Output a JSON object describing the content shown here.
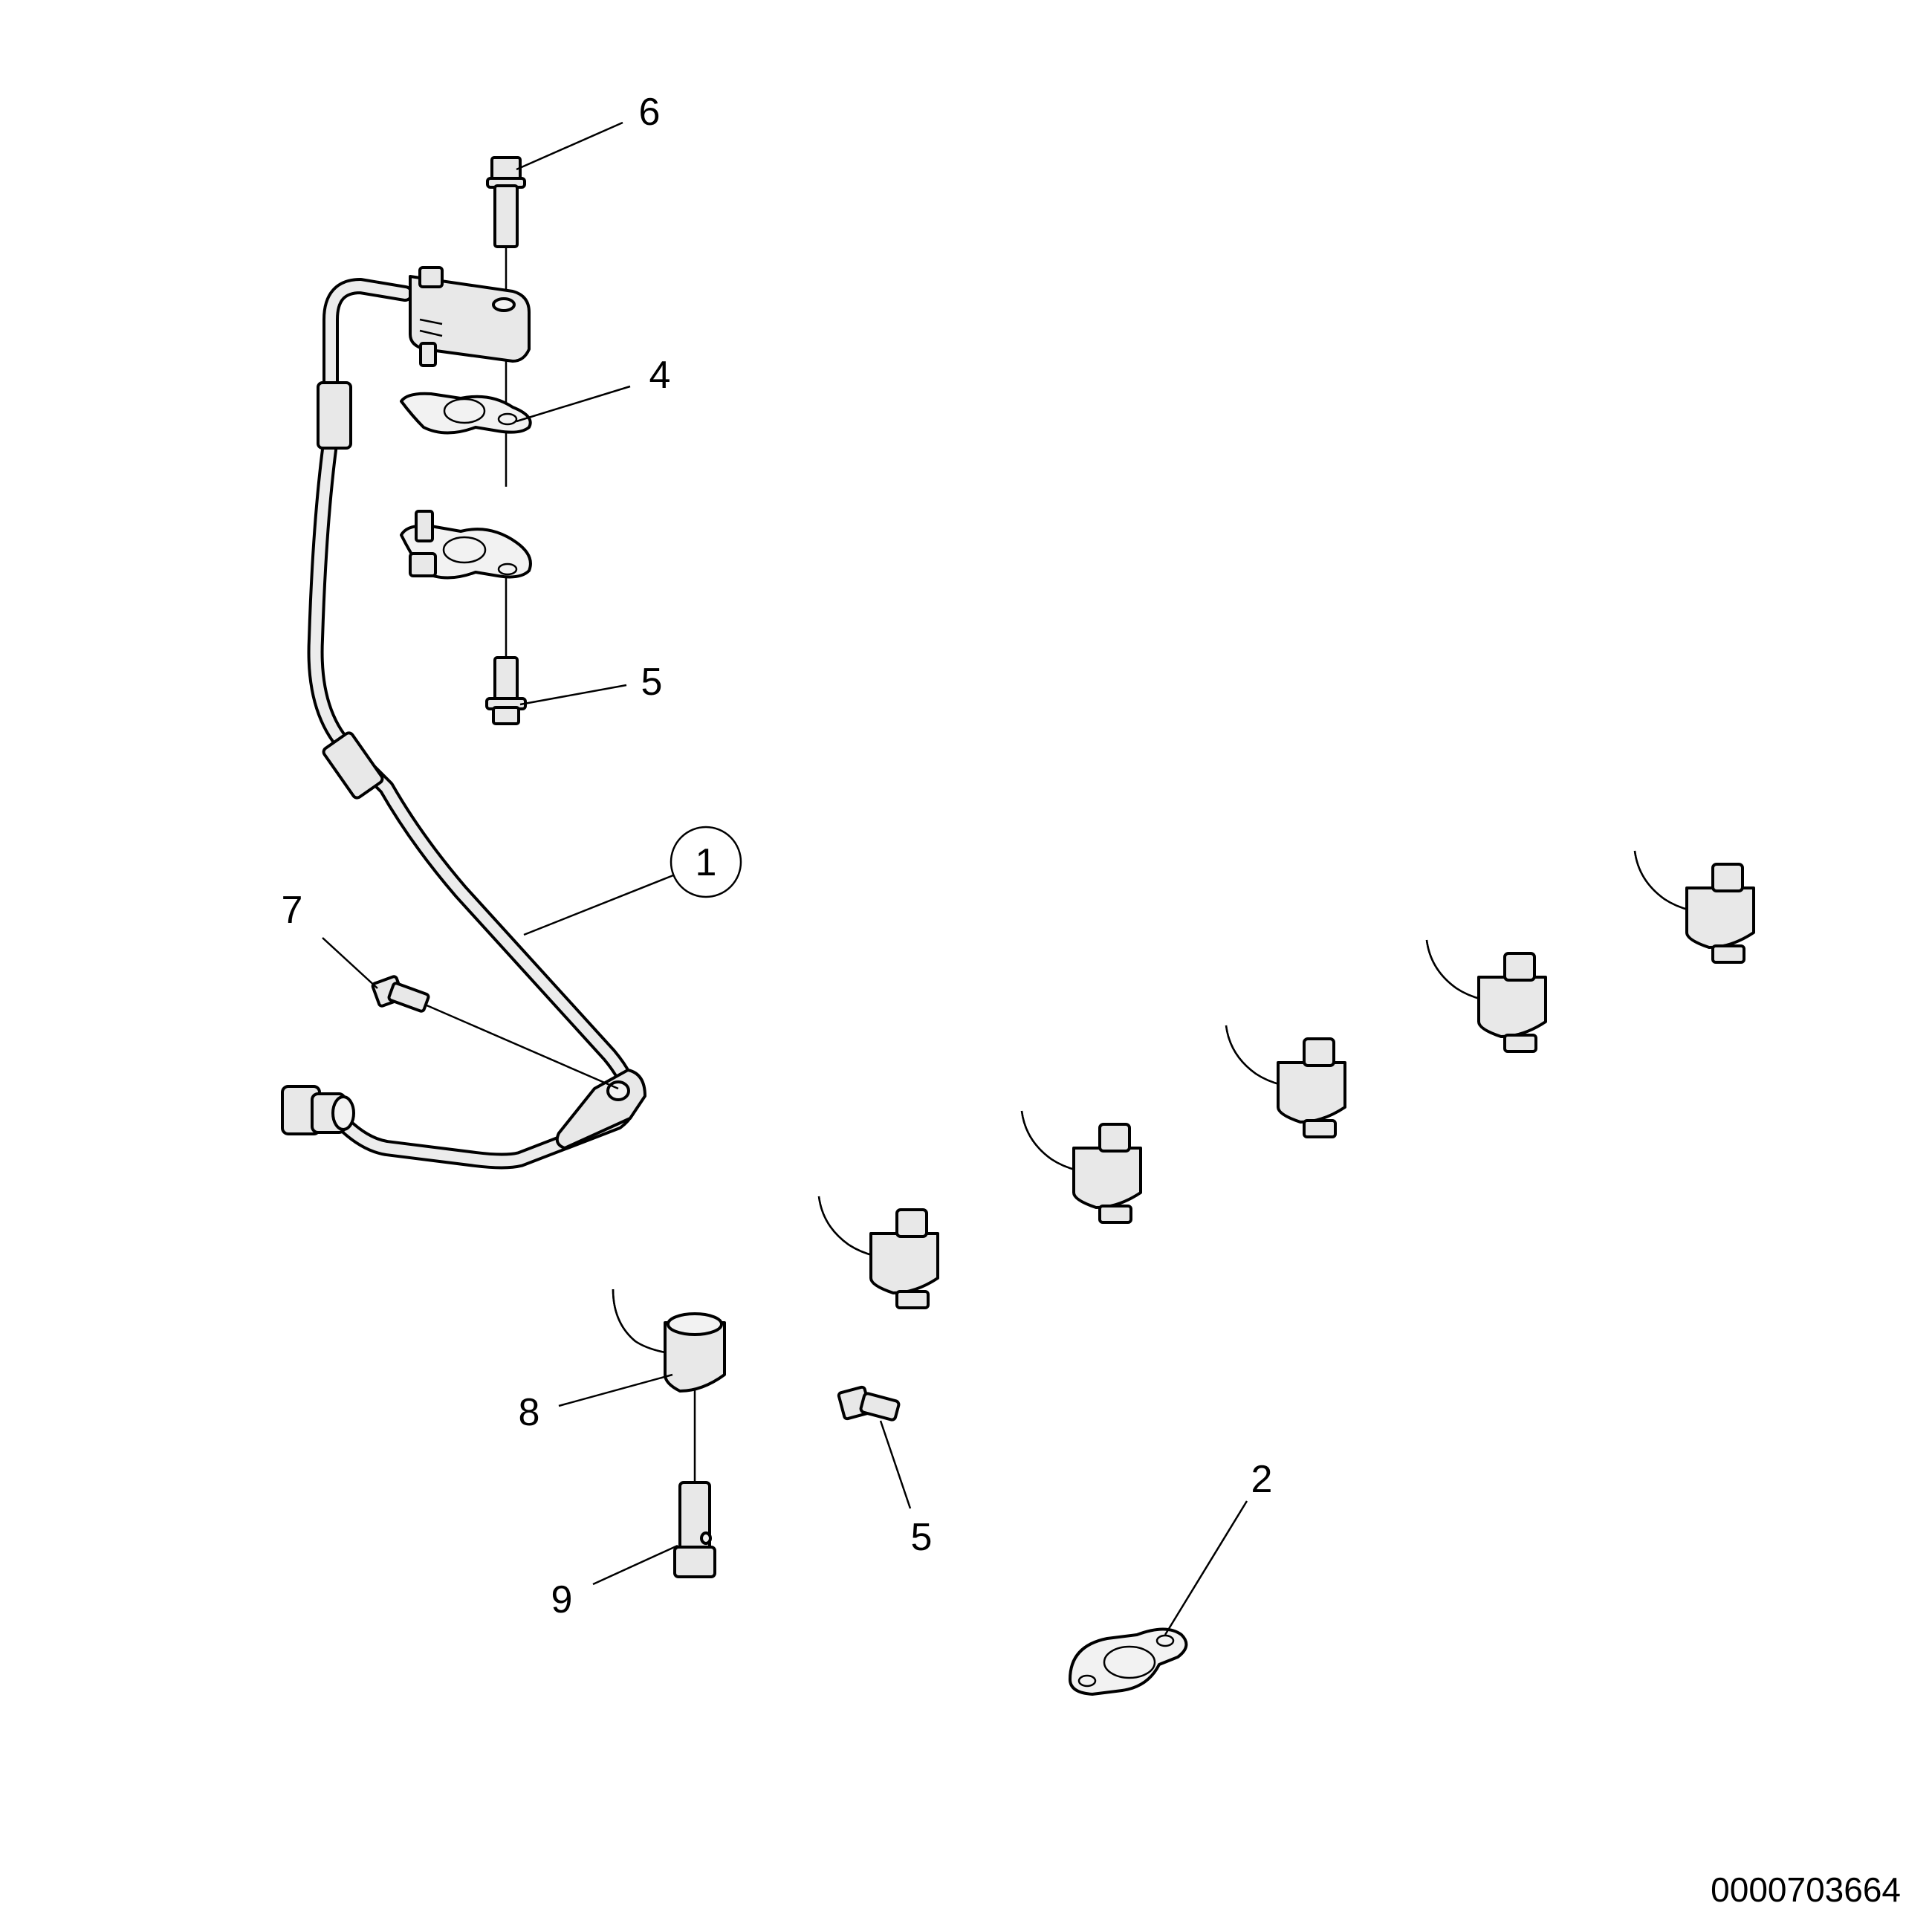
{
  "document_number": "0000703664",
  "callouts": [
    {
      "id": "c1",
      "label": "1",
      "circled": true
    },
    {
      "id": "c2",
      "label": "2"
    },
    {
      "id": "c4",
      "label": "4"
    },
    {
      "id": "c5a",
      "label": "5"
    },
    {
      "id": "c5b",
      "label": "5"
    },
    {
      "id": "c6",
      "label": "6"
    },
    {
      "id": "c7",
      "label": "7"
    },
    {
      "id": "c8",
      "label": "8"
    },
    {
      "id": "c9",
      "label": "9"
    }
  ]
}
